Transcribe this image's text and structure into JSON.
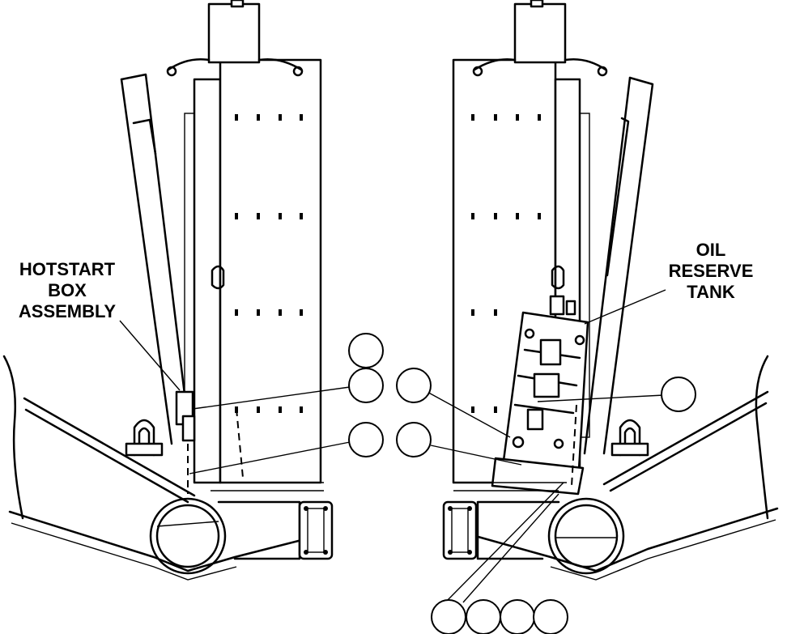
{
  "labels": {
    "hotstart": [
      "HOTSTART",
      "BOX",
      "ASSEMBLY"
    ],
    "oil": [
      "OIL",
      "RESERVE",
      "TANK"
    ]
  }
}
